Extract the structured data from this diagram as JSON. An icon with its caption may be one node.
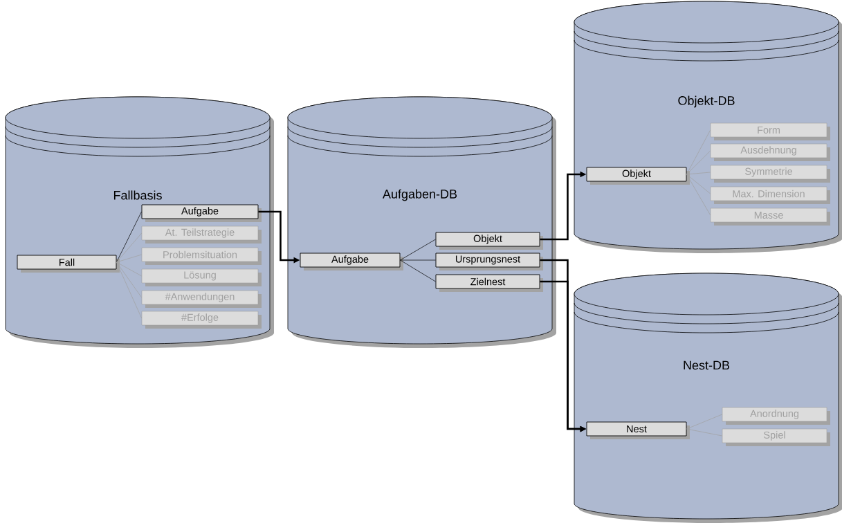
{
  "diagram": {
    "nodes": [
      {
        "text": [
          "Fallbasis"
        ]
      },
      {
        "text": [
          "Fall"
        ],
        "in": 0
      },
      {
        "text": [
          "Aufgabe"
        ],
        "in": 0
      },
      {
        "text": [
          "At. Teilstrategie"
        ],
        "in": 0
      },
      {
        "text": [
          "Problemsituation"
        ],
        "in": 0
      },
      {
        "text": [
          "Lösung"
        ],
        "in": 0
      },
      {
        "text": [
          "#Anwendungen"
        ],
        "in": 0
      },
      {
        "text": [
          "#Erfolge"
        ],
        "in": 0
      },
      {
        "text": [
          "Aufgaben-DB"
        ]
      },
      {
        "text": [
          "Aufgabe"
        ],
        "in": 8
      },
      {
        "text": [
          "Objekt"
        ],
        "in": 8
      },
      {
        "text": [
          "Ursprungsnest"
        ],
        "in": 8
      },
      {
        "text": [
          "Zielnest"
        ],
        "in": 8
      },
      {
        "text": [
          "Objekt-DB"
        ]
      },
      {
        "text": [
          "Objekt"
        ],
        "in": 13
      },
      {
        "text": [
          "Form"
        ],
        "in": 13
      },
      {
        "text": [
          "Ausdehnung"
        ],
        "in": 13
      },
      {
        "text": [
          "Symmetrie"
        ],
        "in": 13
      },
      {
        "text": [
          "Max. Dimension"
        ],
        "in": 13
      },
      {
        "text": [
          "Masse"
        ],
        "in": 13
      },
      {
        "text": [
          "Nest-DB"
        ]
      },
      {
        "text": [
          "Nest"
        ],
        "in": 20
      },
      {
        "text": [
          "Anordnung"
        ],
        "in": 20
      },
      {
        "text": [
          "Spiel"
        ],
        "in": 20
      }
    ],
    "edges": [
      {
        "from": 1,
        "to": 2,
        "arrow": "none",
        "color": "#000000"
      },
      {
        "from": 1,
        "to": 3,
        "arrow": "none"
      },
      {
        "from": 1,
        "to": 4,
        "arrow": "none"
      },
      {
        "from": 1,
        "to": 5,
        "arrow": "none"
      },
      {
        "from": 1,
        "to": 6,
        "arrow": "none"
      },
      {
        "from": 1,
        "to": 7,
        "arrow": "none"
      },
      {
        "from": 2,
        "to": 9,
        "arrow": "to",
        "style": "thick",
        "color": "#000000"
      },
      {
        "from": 9,
        "to": 10,
        "arrow": "none",
        "color": "#000000"
      },
      {
        "from": 9,
        "to": 11,
        "arrow": "none",
        "color": "#000000"
      },
      {
        "from": 9,
        "to": 12,
        "arrow": "none",
        "color": "#000000"
      },
      {
        "from": 10,
        "to": 14,
        "arrow": "to",
        "style": "thick",
        "color": "#000000"
      },
      {
        "from": 11,
        "to": 21,
        "arrow": "to",
        "style": "thick",
        "color": "#000000"
      },
      {
        "from": 12,
        "to": 21,
        "arrow": "to",
        "style": "thick",
        "color": "#000000"
      },
      {
        "from": 14,
        "to": 15,
        "arrow": "none"
      },
      {
        "from": 14,
        "to": 16,
        "arrow": "none"
      },
      {
        "from": 14,
        "to": 17,
        "arrow": "none"
      },
      {
        "from": 14,
        "to": 18,
        "arrow": "none"
      },
      {
        "from": 14,
        "to": 19,
        "arrow": "none"
      },
      {
        "from": 21,
        "to": 22,
        "arrow": "none"
      },
      {
        "from": 21,
        "to": 23,
        "arrow": "none"
      }
    ]
  }
}
